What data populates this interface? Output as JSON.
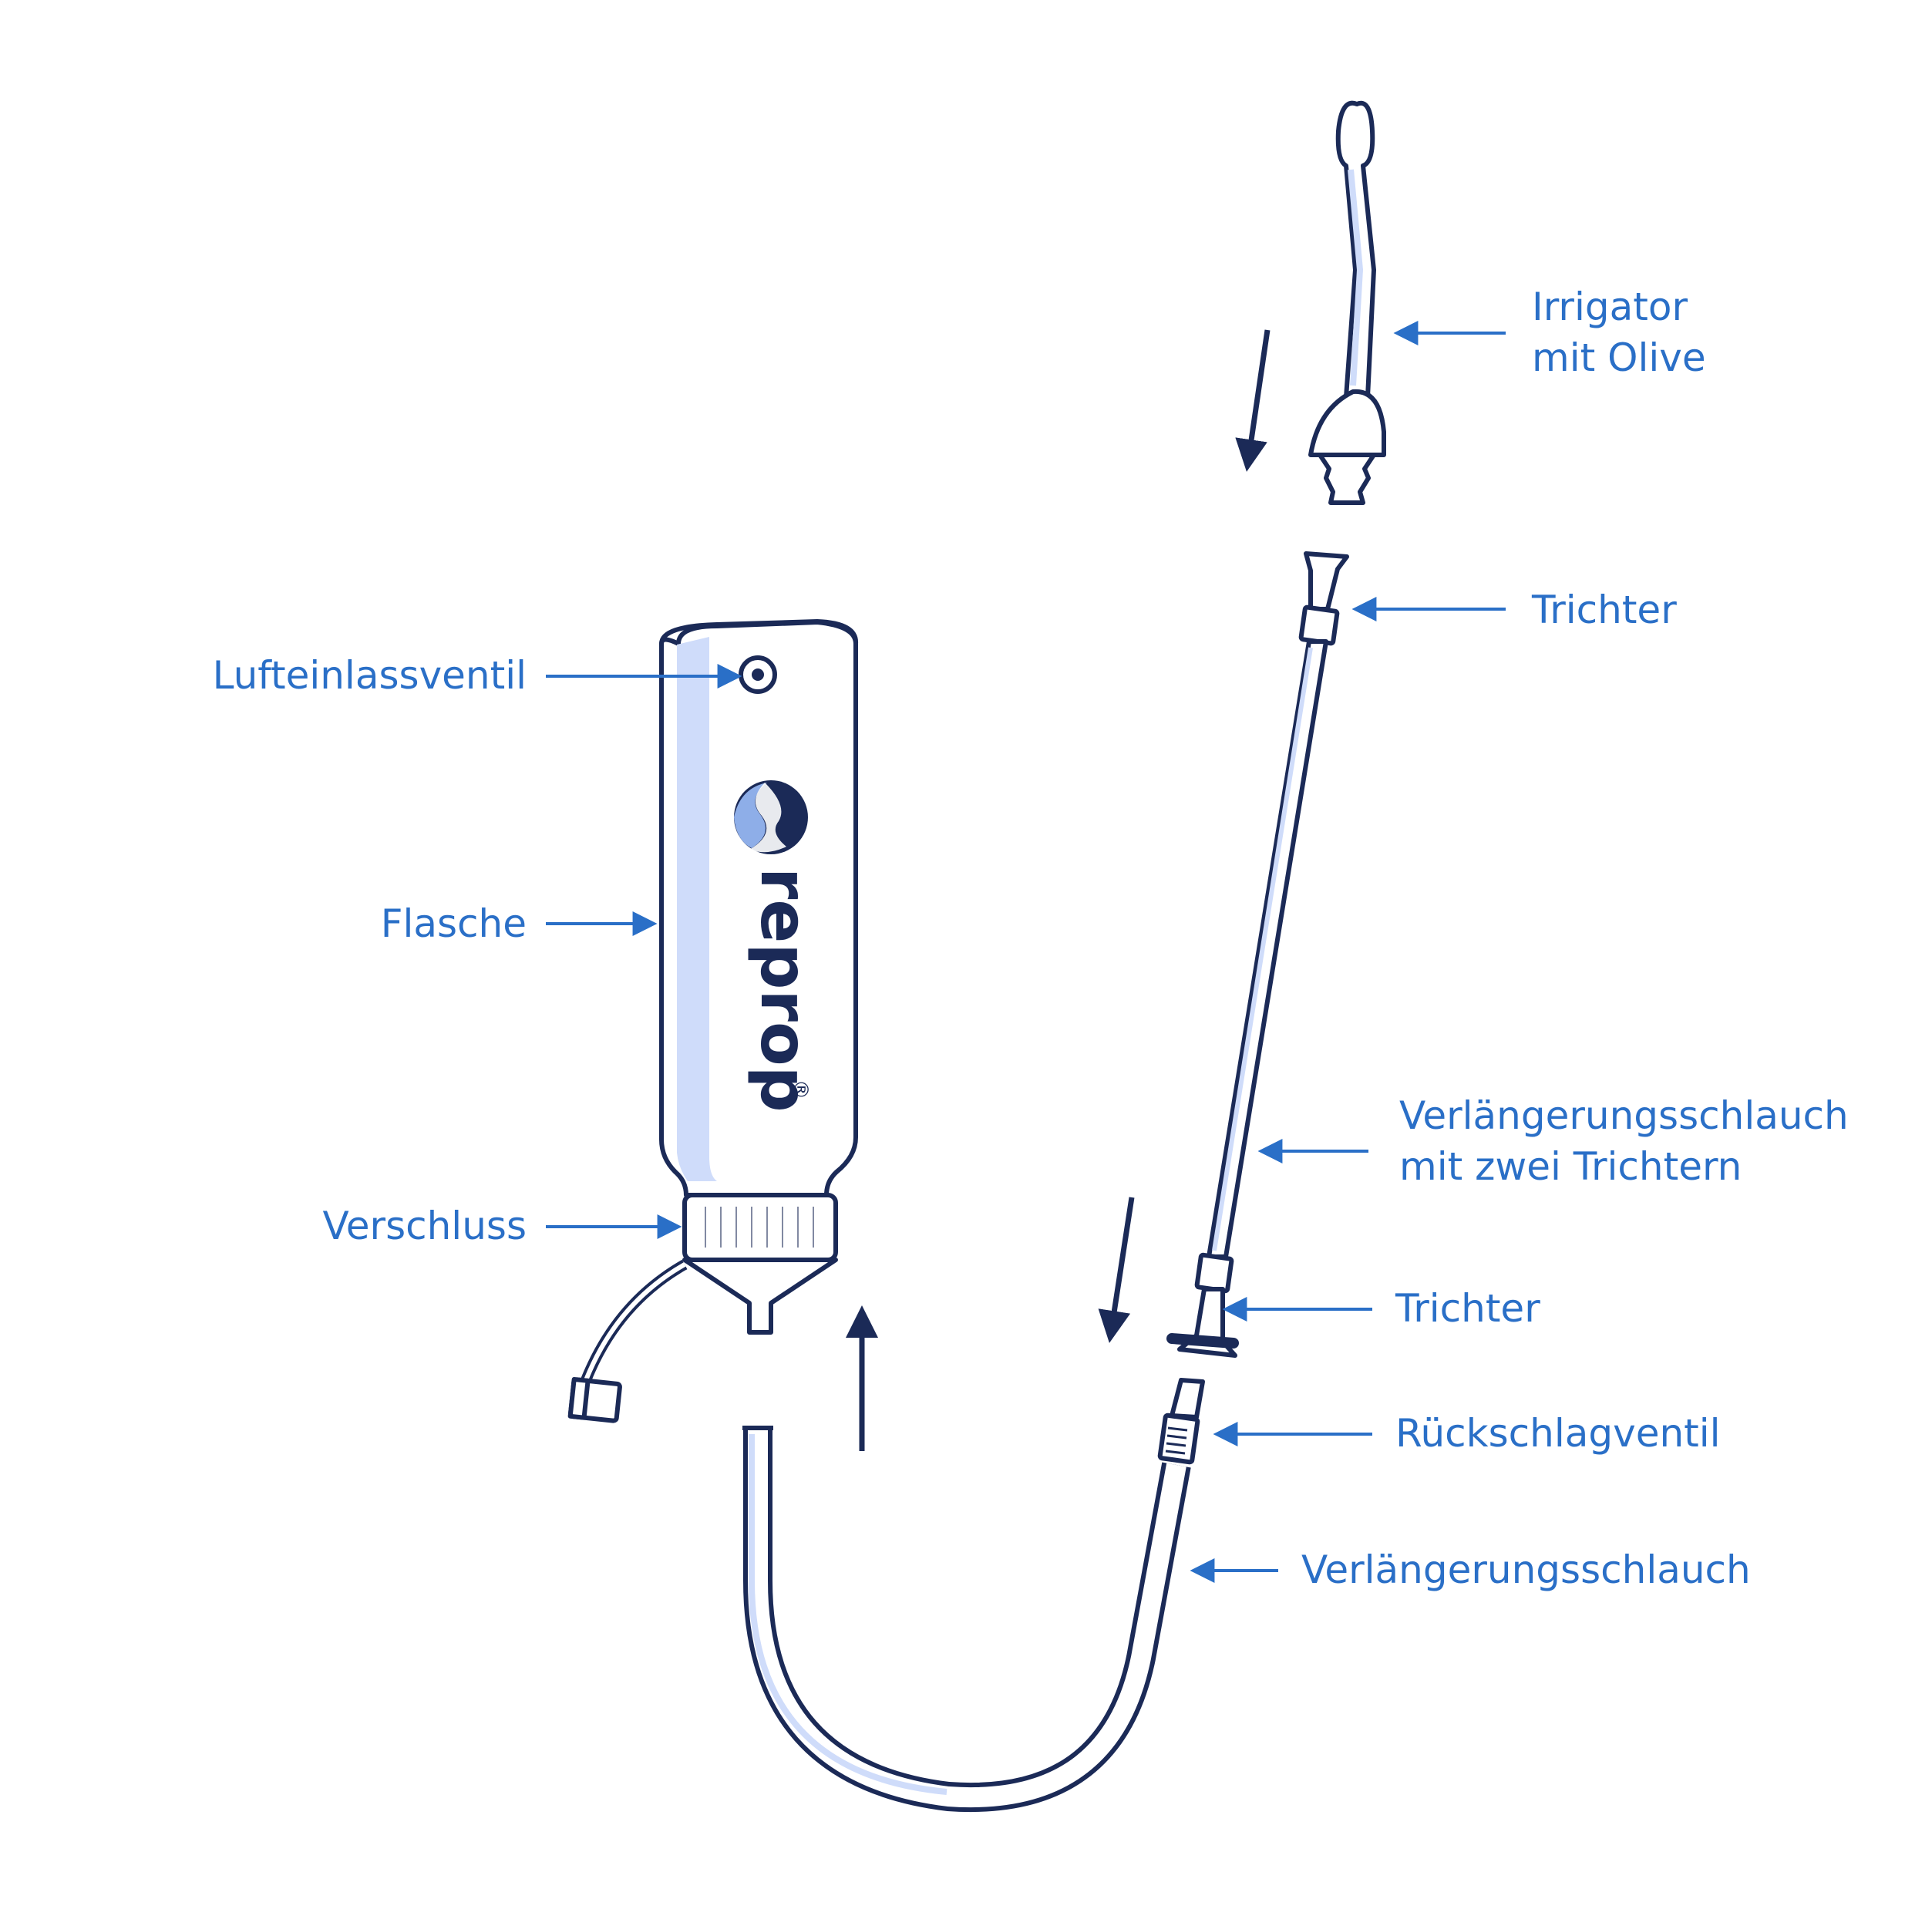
{
  "brand": {
    "name": "reprop",
    "mark": "®"
  },
  "labels": {
    "irrigator_line1": "Irrigator",
    "irrigator_line2": "mit Olive",
    "trichter_top": "Trichter",
    "lufteinlassventil": "Lufteinlassventil",
    "flasche": "Flasche",
    "verlaengerung_two_line1": "Verlängerungsschlauch",
    "verlaengerung_two_line2": "mit zwei Trichtern",
    "verschluss": "Verschluss",
    "trichter_bottom": "Trichter",
    "rueckschlagventil": "Rückschlagventil",
    "verlaengerungsschlauch": "Verlängerungsschlauch"
  },
  "colors": {
    "label_blue": "#2a6fc7",
    "outline_navy": "#1b2a57",
    "tint_light_blue": "#cfdcfa",
    "fill_white": "#ffffff"
  },
  "icons": {
    "flow_arrow": "arrow-down-icon",
    "flow_arrow_up": "arrow-up-icon",
    "leader_arrow": "arrow-left-icon"
  }
}
